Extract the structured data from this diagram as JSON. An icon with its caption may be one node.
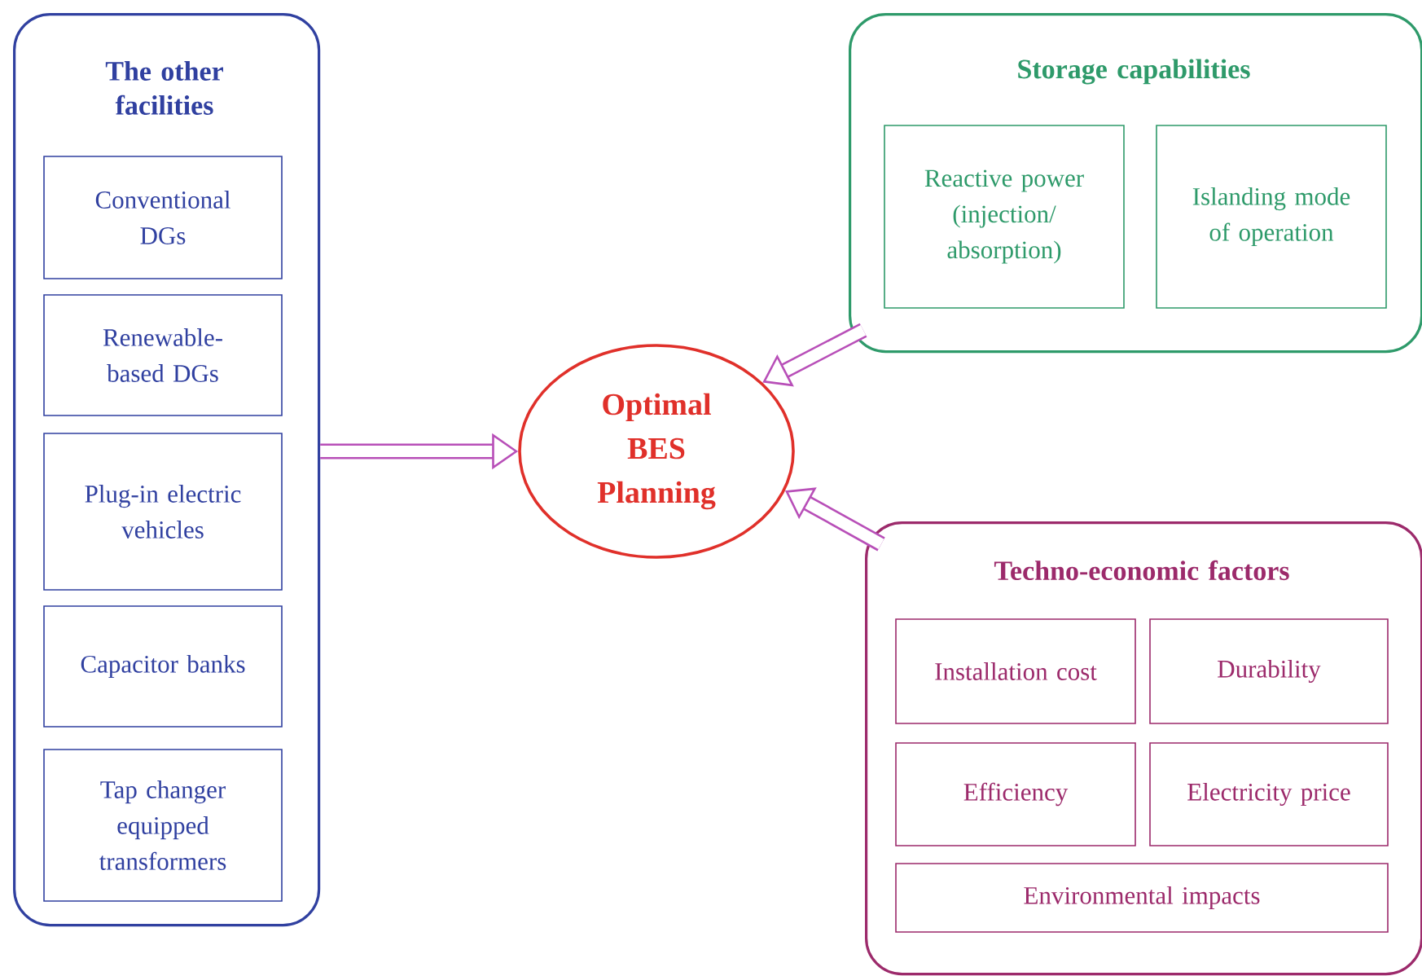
{
  "diagram": {
    "nodes": [
      {
        "text": [
          "The other facilities"
        ]
      },
      {
        "text": [
          "Conventional DGs"
        ],
        "in": 0
      },
      {
        "text": [
          "Renewable-based DGs"
        ],
        "in": 0
      },
      {
        "text": [
          "Plug-in electric vehicles"
        ],
        "in": 0
      },
      {
        "text": [
          "Capacitor banks"
        ],
        "in": 0
      },
      {
        "text": [
          "Tap changer equipped transformers"
        ],
        "in": 0
      },
      {
        "text": [
          "Optimal BES Planning"
        ]
      },
      {
        "text": [
          "Storage capabilities"
        ]
      },
      {
        "text": [
          "Reactive power (injection/ absorption)"
        ],
        "in": 7
      },
      {
        "text": [
          "Islanding mode of operation"
        ],
        "in": 7
      },
      {
        "text": [
          "Techno-economic factors"
        ]
      },
      {
        "text": [
          "Installation cost"
        ],
        "in": 10
      },
      {
        "text": [
          "Durability"
        ],
        "in": 10
      },
      {
        "text": [
          "Efficiency"
        ],
        "in": 10
      },
      {
        "text": [
          "Electricity price"
        ],
        "in": 10
      },
      {
        "text": [
          "Environmental impacts"
        ],
        "in": 10
      }
    ],
    "edges": [
      {
        "from": 0,
        "to": 6,
        "arrow": "to"
      },
      {
        "from": 7,
        "to": 6,
        "arrow": "to"
      },
      {
        "from": 10,
        "to": 6,
        "arrow": "to"
      }
    ]
  }
}
